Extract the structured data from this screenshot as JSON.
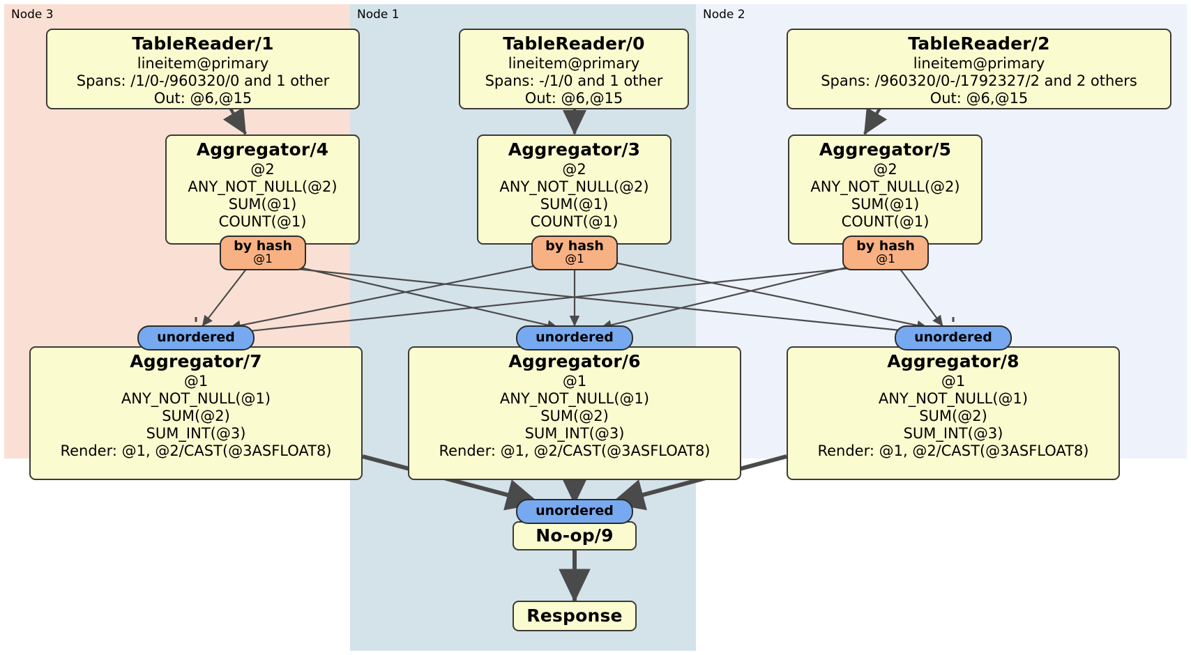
{
  "diagram": {
    "type": "distributed-query-plan",
    "nodes": [
      {
        "id": "node3",
        "label": "Node 3",
        "color": "#fae0d4"
      },
      {
        "id": "node1",
        "label": "Node 1",
        "color": "#d4e2ea"
      },
      {
        "id": "node2",
        "label": "Node 2",
        "color": "#eef2fb"
      }
    ],
    "processors": [
      {
        "id": "tr1",
        "title": "TableReader/1",
        "lines": [
          "lineitem@primary",
          "Spans: /1/0-/960320/0 and 1 other",
          "Out: @6,@15"
        ]
      },
      {
        "id": "tr0",
        "title": "TableReader/0",
        "lines": [
          "lineitem@primary",
          "Spans: -/1/0 and 1 other",
          "Out: @6,@15"
        ]
      },
      {
        "id": "tr2",
        "title": "TableReader/2",
        "lines": [
          "lineitem@primary",
          "Spans: /960320/0-/1792327/2 and 2 others",
          "Out: @6,@15"
        ]
      },
      {
        "id": "agg4",
        "title": "Aggregator/4",
        "lines": [
          "@2",
          "ANY_NOT_NULL(@2)",
          "SUM(@1)",
          "COUNT(@1)"
        ]
      },
      {
        "id": "agg3",
        "title": "Aggregator/3",
        "lines": [
          "@2",
          "ANY_NOT_NULL(@2)",
          "SUM(@1)",
          "COUNT(@1)"
        ]
      },
      {
        "id": "agg5",
        "title": "Aggregator/5",
        "lines": [
          "@2",
          "ANY_NOT_NULL(@2)",
          "SUM(@1)",
          "COUNT(@1)"
        ]
      },
      {
        "id": "agg7",
        "title": "Aggregator/7",
        "lines": [
          "@1",
          "ANY_NOT_NULL(@1)",
          "SUM(@2)",
          "SUM_INT(@3)",
          "Render: @1, @2/CAST(@3ASFLOAT8)"
        ]
      },
      {
        "id": "agg6",
        "title": "Aggregator/6",
        "lines": [
          "@1",
          "ANY_NOT_NULL(@1)",
          "SUM(@2)",
          "SUM_INT(@3)",
          "Render: @1, @2/CAST(@3ASFLOAT8)"
        ]
      },
      {
        "id": "agg8",
        "title": "Aggregator/8",
        "lines": [
          "@1",
          "ANY_NOT_NULL(@1)",
          "SUM(@2)",
          "SUM_INT(@3)",
          "Render: @1, @2/CAST(@3ASFLOAT8)"
        ]
      },
      {
        "id": "noop9",
        "title": "No-op/9",
        "lines": []
      },
      {
        "id": "response",
        "title": "Response",
        "lines": []
      }
    ],
    "routers": [
      {
        "id": "hash-left",
        "kind": "by hash",
        "label": "by hash",
        "sublabel": "@1"
      },
      {
        "id": "hash-center",
        "kind": "by hash",
        "label": "by hash",
        "sublabel": "@1"
      },
      {
        "id": "hash-right",
        "kind": "by hash",
        "label": "by hash",
        "sublabel": "@1"
      }
    ],
    "synchronizers": [
      {
        "id": "unord-left",
        "label": "unordered"
      },
      {
        "id": "unord-center",
        "label": "unordered"
      },
      {
        "id": "unord-right",
        "label": "unordered"
      },
      {
        "id": "unord-final",
        "label": "unordered"
      }
    ],
    "colors": {
      "processor_fill": "#fbfbd0",
      "processor_stroke": "#3a3a34",
      "hash_fill": "#f7b183",
      "unordered_fill": "#77a9f0",
      "edge": "#4a4a4a"
    }
  }
}
